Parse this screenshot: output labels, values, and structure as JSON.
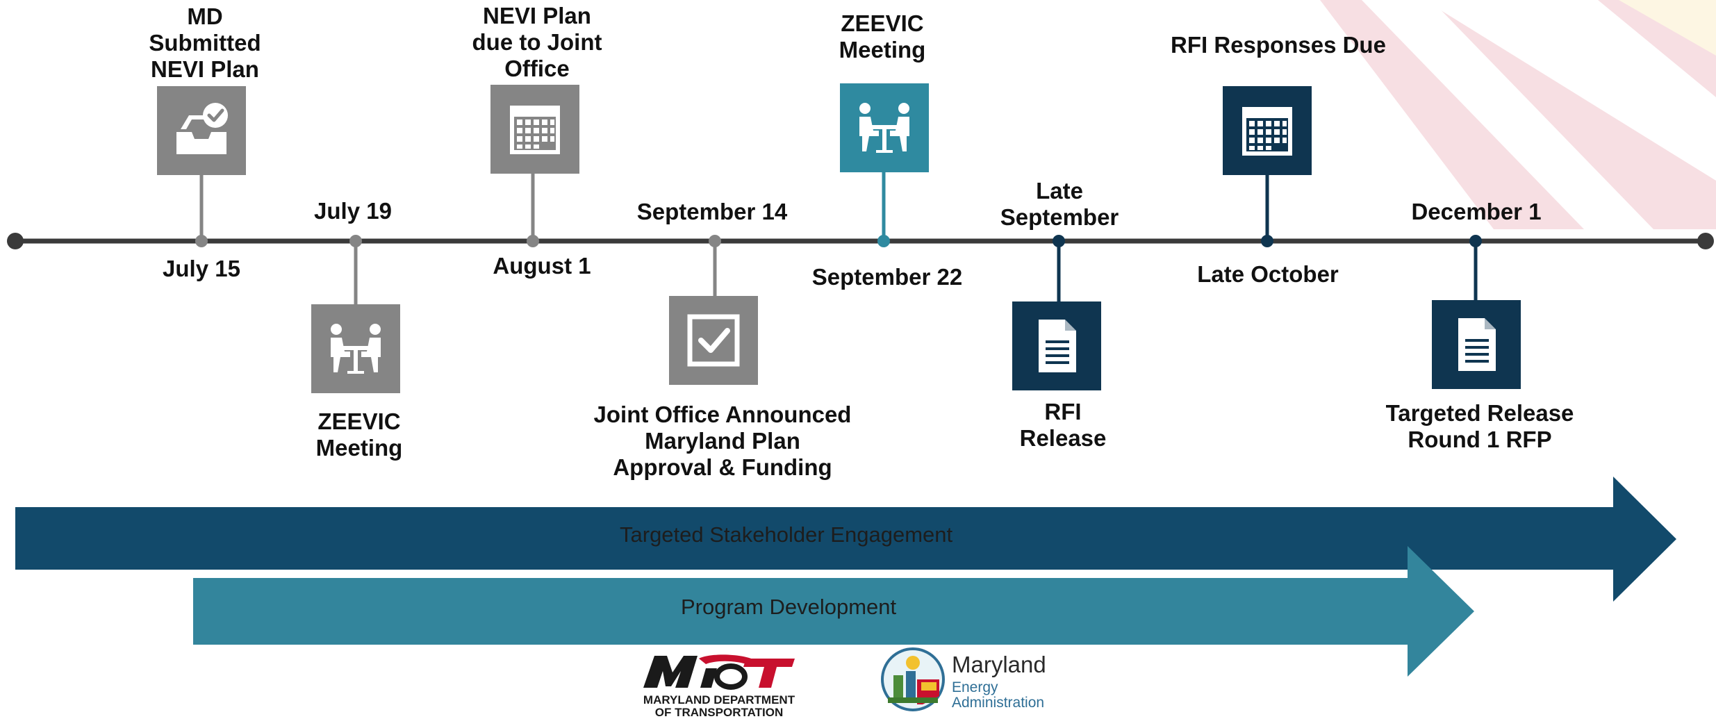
{
  "colors": {
    "gray": "#858585",
    "teal": "#2f8aa0",
    "navy": "#0f3550",
    "line": "#3a3a3a",
    "arrow_engagement": "#124a6b",
    "arrow_program": "#33859c"
  },
  "events": [
    {
      "id": "md-submitted",
      "title": "MD\nSubmitted\nNEVI Plan",
      "date": "July 15",
      "icon": "inbox-check-icon"
    },
    {
      "id": "zeevic-july",
      "title": "ZEEVIC\nMeeting",
      "date": "July 19",
      "icon": "meeting-icon"
    },
    {
      "id": "nevi-due",
      "title": "NEVI Plan\ndue to Joint\nOffice",
      "date": "August 1",
      "icon": "calendar-icon"
    },
    {
      "id": "joint-office",
      "title": "Joint Office Announced\nMaryland Plan\nApproval & Funding",
      "date": "September 14",
      "icon": "checkbox-icon"
    },
    {
      "id": "zeevic-sept",
      "title": "ZEEVIC\nMeeting",
      "date": "September 22",
      "icon": "meeting-icon"
    },
    {
      "id": "rfi-release",
      "title": "RFI\nRelease",
      "date": "Late\nSeptember",
      "icon": "document-icon"
    },
    {
      "id": "rfi-responses",
      "title": "RFI Responses Due",
      "date": "Late October",
      "icon": "calendar-icon"
    },
    {
      "id": "rfp-release",
      "title": "Targeted Release\nRound 1 RFP",
      "date": "December 1",
      "icon": "document-icon"
    }
  ],
  "bands": {
    "engagement": "Targeted Stakeholder Engagement",
    "program": "Program Development"
  },
  "logos": {
    "mdot_name": "MDOT",
    "mdot_sub_1": "MARYLAND DEPARTMENT",
    "mdot_sub_2": "OF TRANSPORTATION",
    "mea_name": "Maryland",
    "mea_sub_1": "Energy",
    "mea_sub_2": "Administration"
  }
}
